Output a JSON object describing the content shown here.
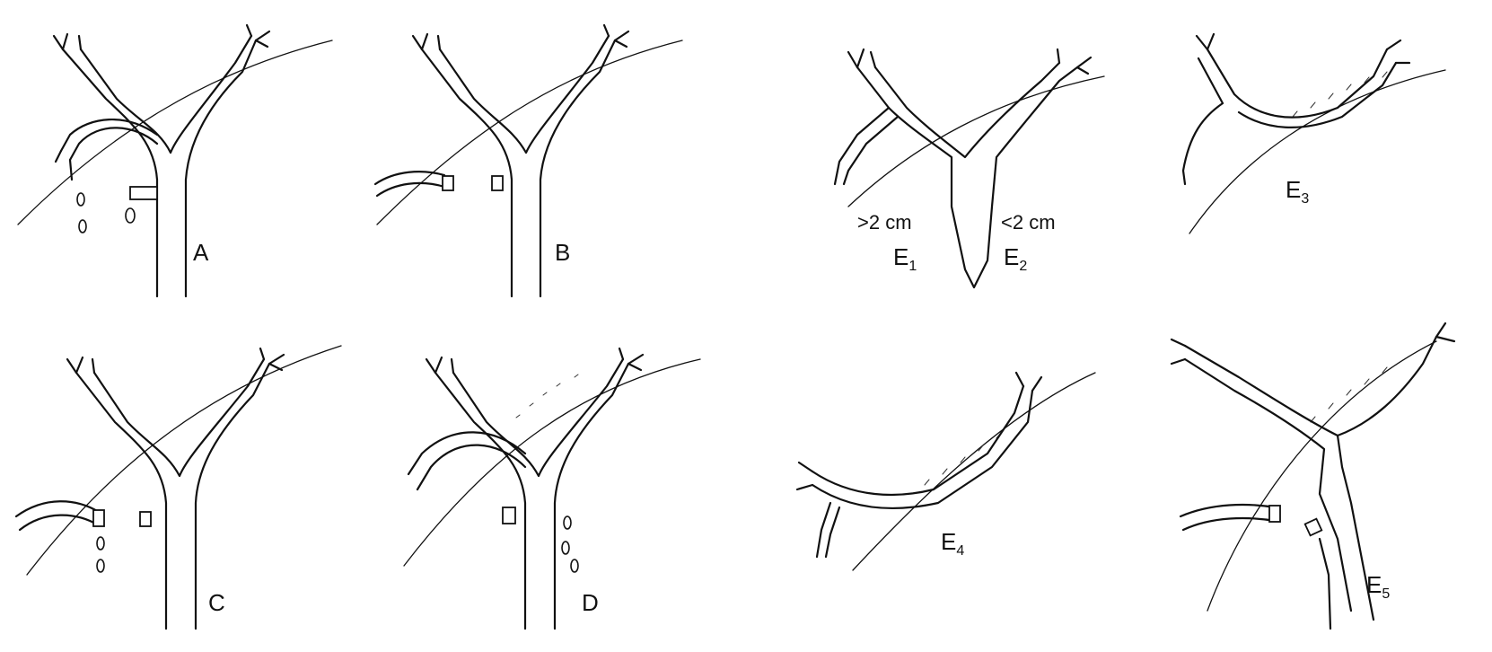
{
  "panels": [
    {
      "id": "A",
      "label": "A",
      "sub": ""
    },
    {
      "id": "B",
      "label": "B",
      "sub": ""
    },
    {
      "id": "C",
      "label": "C",
      "sub": ""
    },
    {
      "id": "D",
      "label": "D",
      "sub": ""
    },
    {
      "id": "E1",
      "label": "E",
      "sub": "1",
      "note": ">2 cm"
    },
    {
      "id": "E2",
      "label": "E",
      "sub": "2",
      "note": "<2 cm"
    },
    {
      "id": "E3",
      "label": "E",
      "sub": "3"
    },
    {
      "id": "E4",
      "label": "E",
      "sub": "4"
    },
    {
      "id": "E5",
      "label": "E",
      "sub": "5"
    }
  ]
}
